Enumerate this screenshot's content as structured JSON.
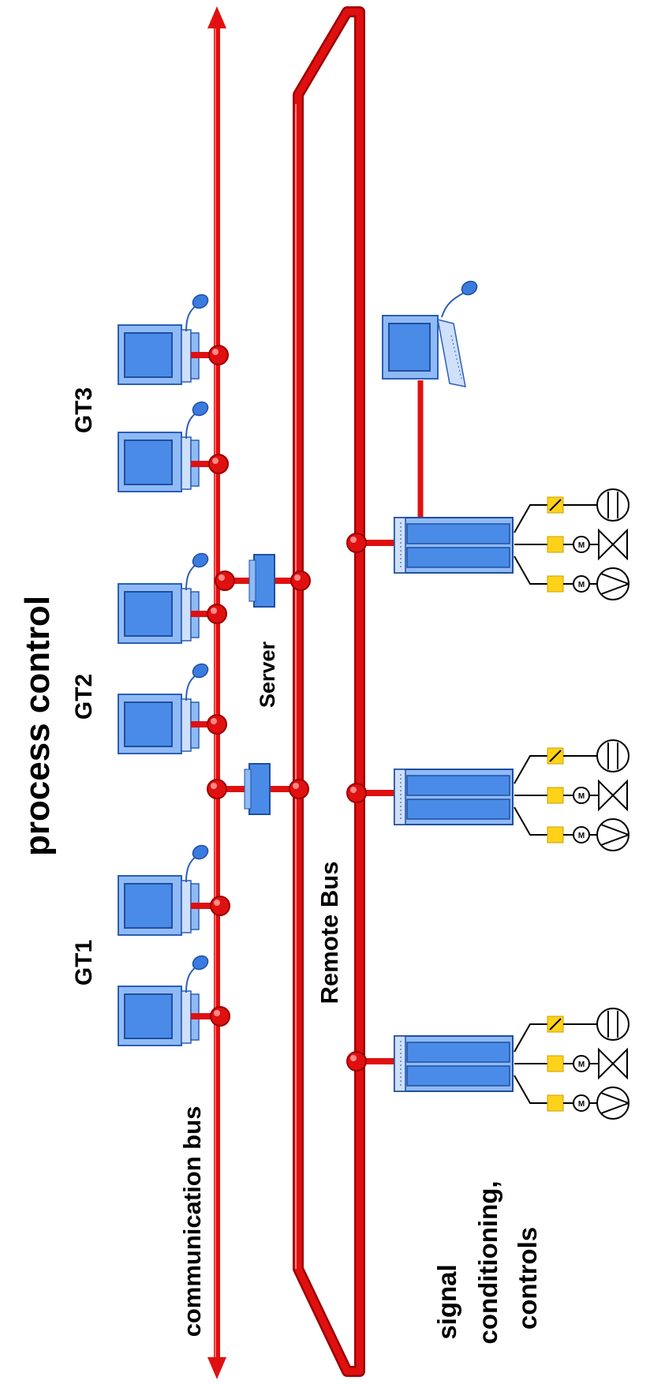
{
  "title": "process control",
  "labels": {
    "gt1": "GT1",
    "gt2": "GT2",
    "gt3": "GT3",
    "server": "Server",
    "communication_bus": "communication bus",
    "remote_bus": "Remote Bus",
    "signal_line1": "signal",
    "signal_line2": "conditioning,",
    "signal_line3": "controls"
  },
  "colors": {
    "bus_red": "#e01010",
    "bus_dark": "#9c0000",
    "device_blue": "#4a8be8",
    "device_light": "#8fbaf5",
    "sensor_yellow": "#ffd21a"
  },
  "icons": [
    "workstation-icon",
    "server-unit-icon",
    "io-rack-icon",
    "sensor-icon",
    "motor-icon",
    "valve-icon",
    "pump-icon",
    "flow-meter-icon"
  ]
}
